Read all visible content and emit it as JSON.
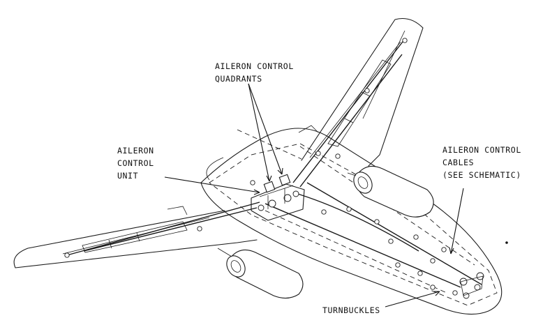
{
  "labels": {
    "quadrants_line1": "AILERON CONTROL",
    "quadrants_line2": "QUADRANTS",
    "unit_line1": "AILERON",
    "unit_line2": "CONTROL",
    "unit_line3": "UNIT",
    "cables_line1": "AILERON CONTROL",
    "cables_line2": "CABLES",
    "cables_line3": "(SEE SCHEMATIC)",
    "turnbuckles": "TURNBUCKLES"
  },
  "colors": {
    "line": "#1a1a1a",
    "background": "#ffffff"
  }
}
